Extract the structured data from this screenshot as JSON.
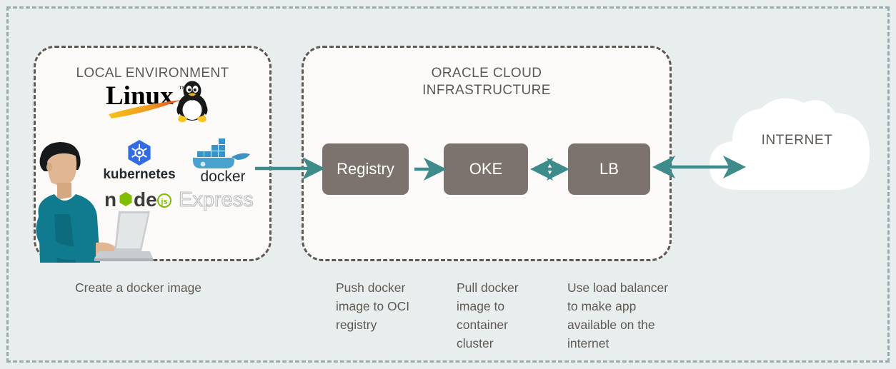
{
  "diagram": {
    "title": "Oracle Cloud Infrastructure container deployment flow",
    "background_color": "#e8eeee",
    "outer_border_color": "#93aeb1",
    "panel_fill": "#fbfaf8",
    "panel_border_color": "#5f5954",
    "box_fill": "#7d736e",
    "box_text_color": "#ffffff",
    "arrow_color": "#3d8b8b",
    "text_color": "#5f5954"
  },
  "panels": [
    {
      "id": "local",
      "title": "LOCAL ENVIRONMENT"
    },
    {
      "id": "oci",
      "title": "ORACLE CLOUD\nINFRASTRUCTURE"
    }
  ],
  "nodes": [
    {
      "id": "registry",
      "label": "Registry"
    },
    {
      "id": "oke",
      "label": "OKE"
    },
    {
      "id": "lb",
      "label": "LB"
    }
  ],
  "cloud": {
    "label": "INTERNET",
    "fill": "#ffffff"
  },
  "logos": [
    {
      "id": "linux",
      "name": "linux-logo",
      "label": "Linux"
    },
    {
      "id": "kubernetes",
      "name": "kubernetes-logo",
      "label": "kubernetes"
    },
    {
      "id": "docker",
      "name": "docker-logo",
      "label": "docker"
    },
    {
      "id": "node",
      "name": "nodejs-logo",
      "label": "node"
    },
    {
      "id": "express",
      "name": "express-logo",
      "label": "Express"
    }
  ],
  "captions": [
    {
      "id": "create",
      "text": "Create a docker image"
    },
    {
      "id": "push",
      "text": "Push docker\nimage to OCI\nregistry"
    },
    {
      "id": "pull",
      "text": "Pull docker\nimage to\ncontainer\ncluster"
    },
    {
      "id": "loadbalancer",
      "text": "Use load balancer\nto make app\navailable on the\ninternet"
    }
  ],
  "connectors": [
    {
      "id": "local-to-registry",
      "from": "local-environment",
      "to": "registry",
      "direction": "one-way"
    },
    {
      "id": "registry-to-oke",
      "from": "registry",
      "to": "oke",
      "direction": "one-way"
    },
    {
      "id": "oke-to-lb",
      "from": "oke",
      "to": "lb",
      "direction": "two-way"
    },
    {
      "id": "lb-to-internet",
      "from": "lb",
      "to": "internet",
      "direction": "two-way"
    }
  ],
  "illustration": {
    "name": "developer-at-laptop",
    "skin_color": "#e0b693",
    "hair_color": "#17181a",
    "shirt_color": "#107a8f",
    "laptop_color": "#c9ccce"
  }
}
